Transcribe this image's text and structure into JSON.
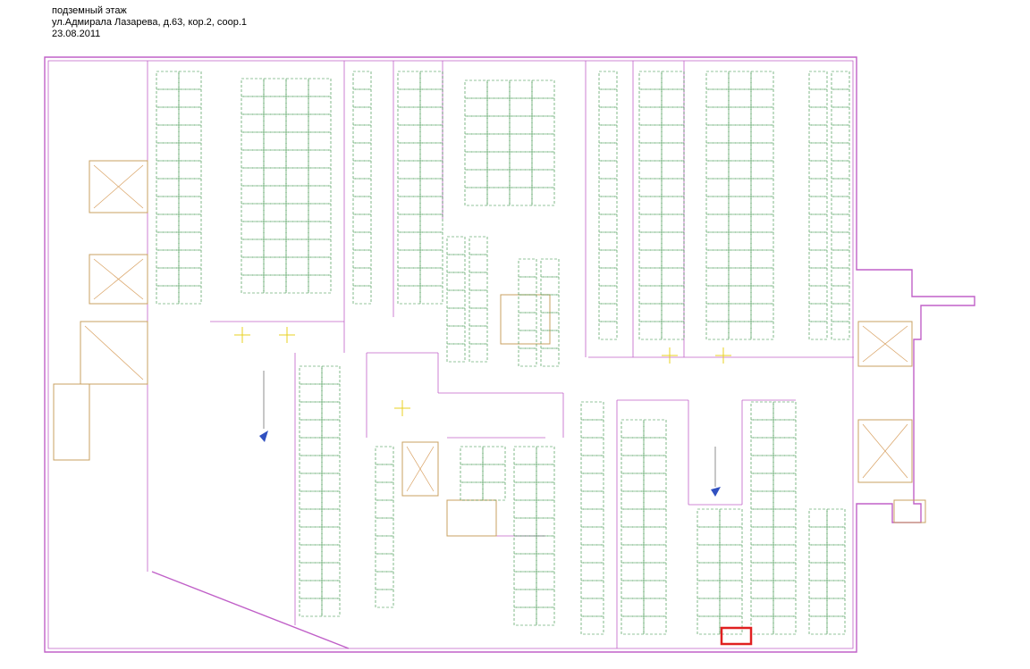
{
  "header": {
    "line1": "подземный этаж",
    "line2": "ул.Адмирала Лазарева, д.63, кор.2, соор.1",
    "line3": "23.08.2011"
  },
  "colors": {
    "outer_wall": "#c060c8",
    "parking_space": "#2e8b3c",
    "stairs": "#c8a060",
    "space_number": "#c01030",
    "highlight": "#e02020"
  },
  "highlight": {
    "label": "selected-parking-space"
  }
}
